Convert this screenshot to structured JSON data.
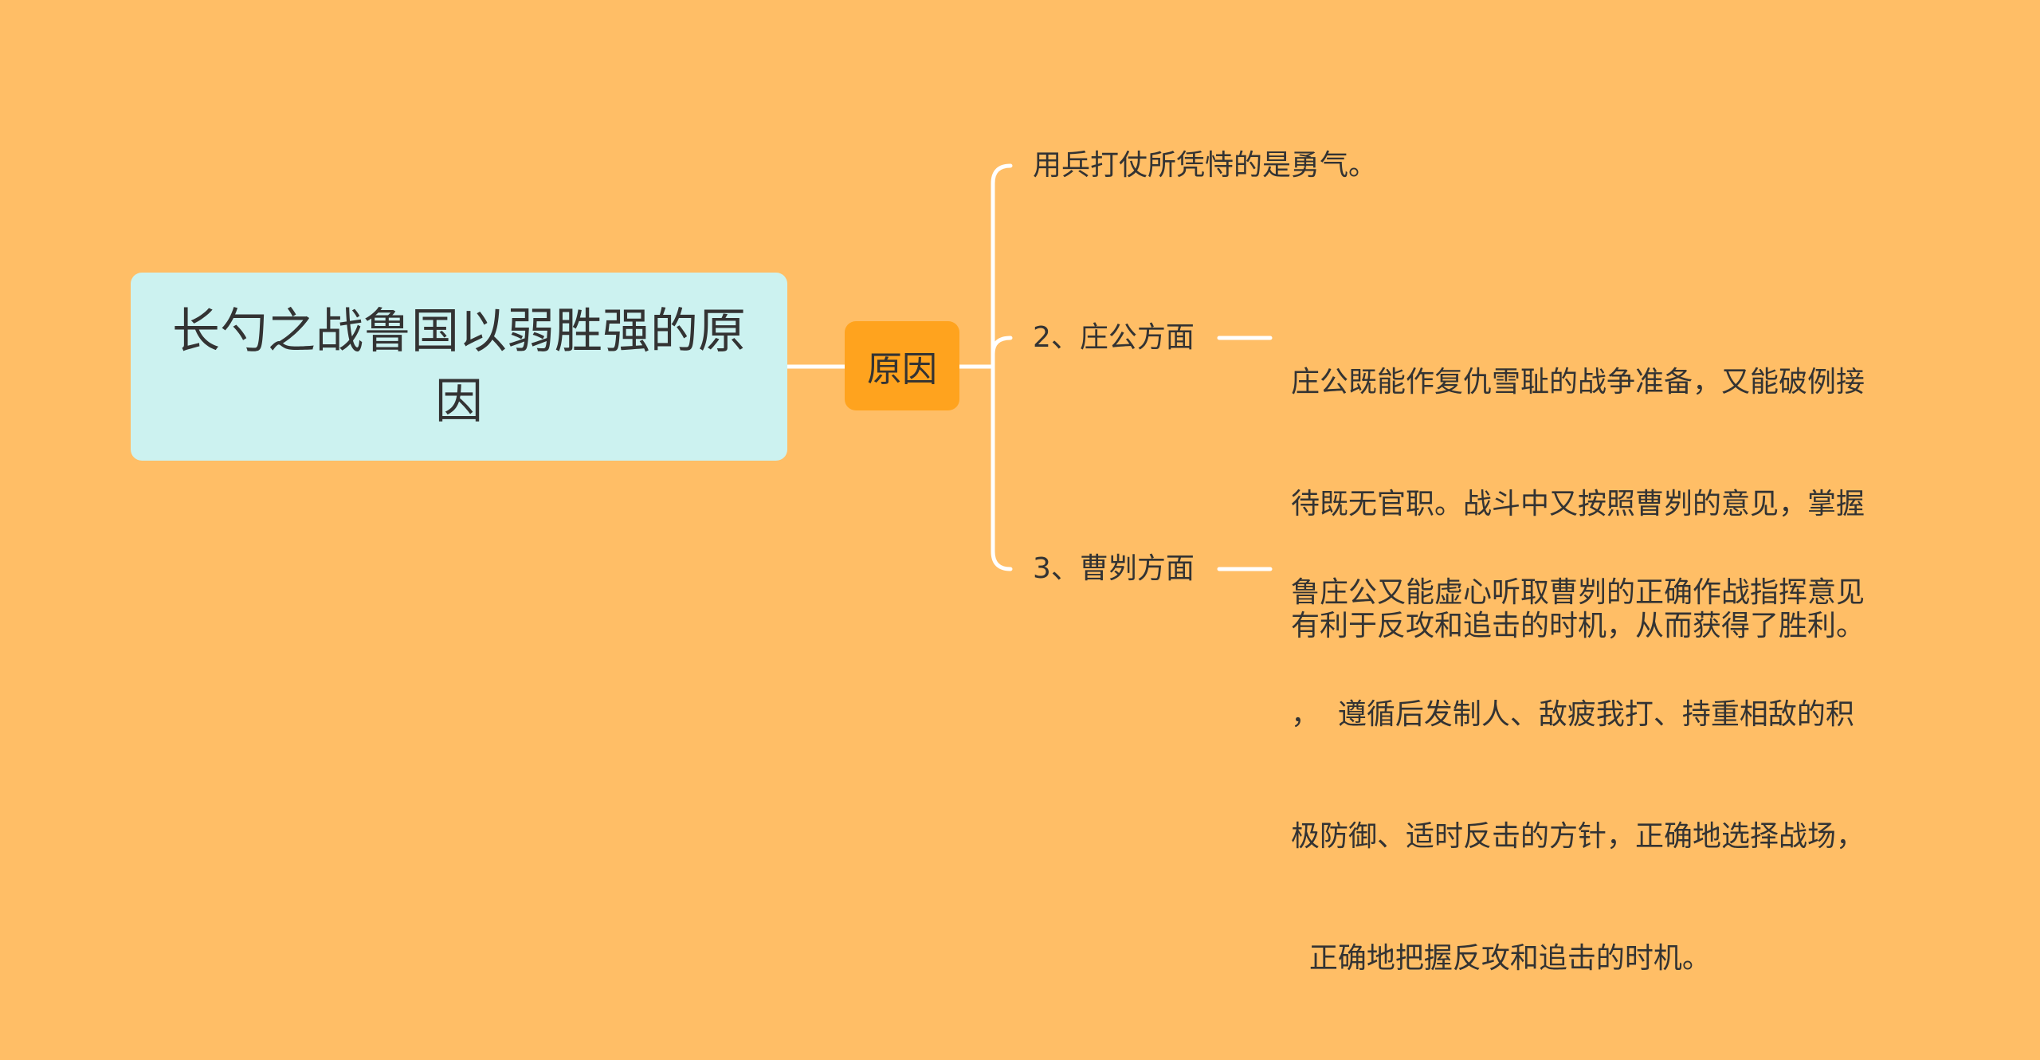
{
  "mindmap": {
    "root": {
      "text": "长勺之战鲁国以弱胜强的原因"
    },
    "sub": {
      "text": "原因"
    },
    "branches": [
      {
        "label": "用兵打仗所凭恃的是勇气。"
      },
      {
        "label": "2、庄公方面",
        "detail": [
          "庄公既能作复仇雪耻的战争准备，又能破例接",
          "待既无官职。战斗中又按照曹刿的意见，掌握",
          "有利于反攻和追击的时机，从而获得了胜利。"
        ]
      },
      {
        "label": "3、曹刿方面",
        "detail": [
          "鲁庄公又能虚心听取曹刿的正确作战指挥意见",
          "，  遵循后发制人、敌疲我打、持重相敌的积",
          "极防御、适时反击的方针，正确地选择战场，",
          "  正确地把握反攻和追击的时机。"
        ]
      }
    ],
    "colors": {
      "background": "#FFBE66",
      "root_fill": "#CCF2F0",
      "sub_fill": "#FFA31E",
      "line": "#FFFFFF",
      "text": "#333333"
    }
  }
}
